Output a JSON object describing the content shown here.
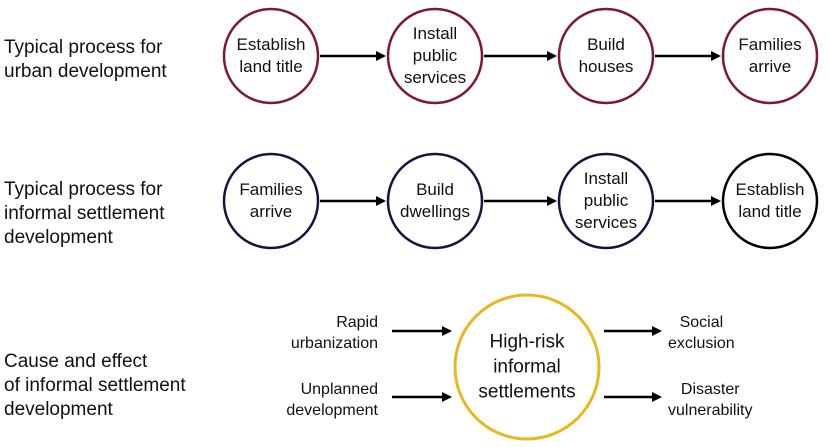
{
  "colors": {
    "urban_circle": "#7a1a2e",
    "informal_circle": "#14143c",
    "final_circle": "#000000",
    "highlight_circle": "#e8b820",
    "arrow": "#000000",
    "text": "#111111"
  },
  "rows": {
    "urban": {
      "label": "Typical process for\nurban development",
      "steps": [
        "Establish\nland title",
        "Install\npublic\nservices",
        "Build\nhouses",
        "Families\narrive"
      ]
    },
    "informal": {
      "label": "Typical process for\ninformal settlement\ndevelopment",
      "steps": [
        "Families\narrive",
        "Build\ndwellings",
        "Install\npublic\nservices",
        "Establish\nland title"
      ]
    },
    "cause_effect": {
      "label": "Cause and effect\nof informal settlement\ndevelopment",
      "causes": [
        "Rapid\nurbanization",
        "Unplanned\ndevelopment"
      ],
      "center": "High-risk\ninformal\nsettlements",
      "effects": [
        "Social\nexclusion",
        "Disaster\nvulnerability"
      ]
    }
  }
}
